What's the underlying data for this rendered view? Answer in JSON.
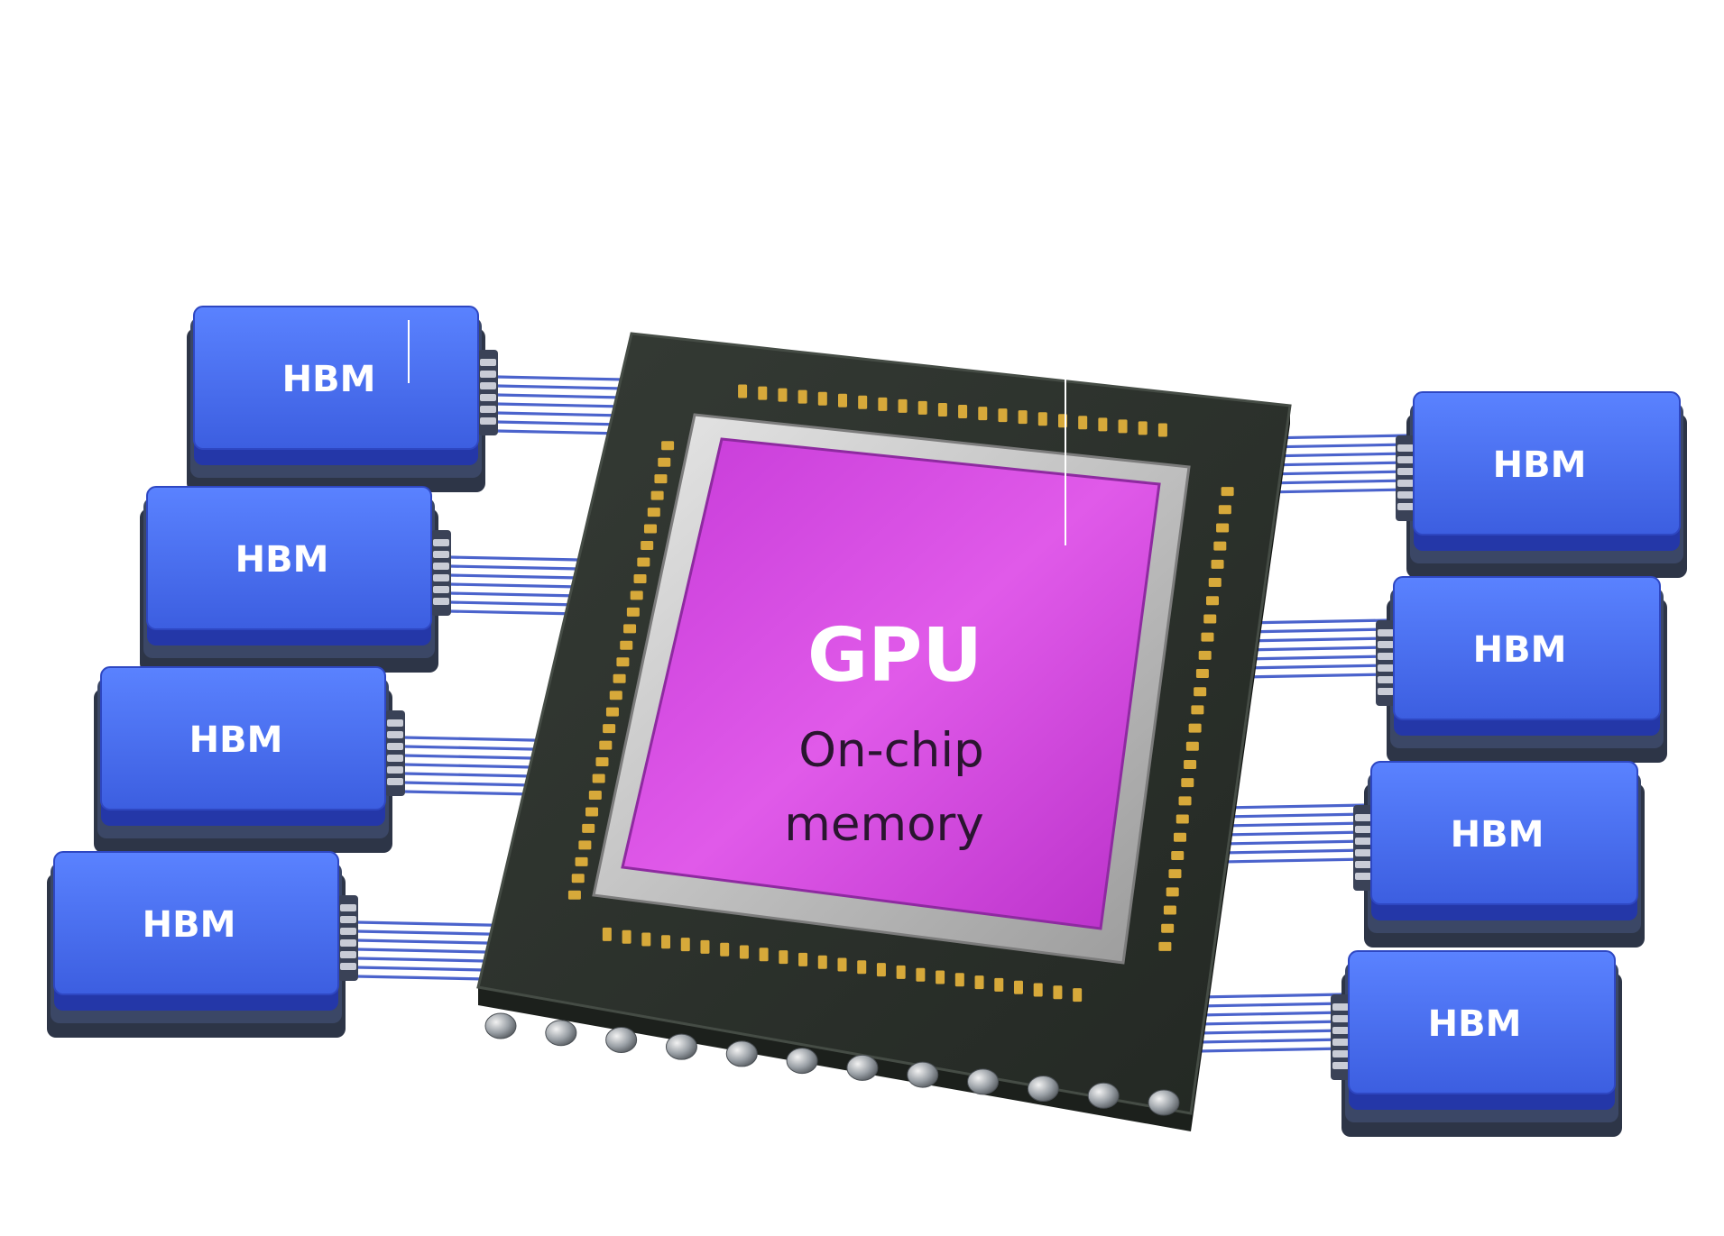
{
  "gpu": {
    "title": "GPU",
    "memory_line1": "On-chip",
    "memory_line2": "memory"
  },
  "hbm_left": [
    {
      "label": "HBM"
    },
    {
      "label": "HBM"
    },
    {
      "label": "HBM"
    },
    {
      "label": "HBM"
    }
  ],
  "hbm_right": [
    {
      "label": "HBM"
    },
    {
      "label": "HBM"
    },
    {
      "label": "HBM"
    },
    {
      "label": "HBM"
    }
  ],
  "colors": {
    "hbm_blue": "#3f63e6",
    "hbm_blue_dark": "#2437a8",
    "hbm_base": "#3b4766",
    "wire": "#4b63cc",
    "substrate": "#2c322c",
    "die_magenta": "#cf3ee0",
    "die_frame": "#bdbdbd",
    "pad_gold": "#d7a93a",
    "ball_silver": "#9aa0a6",
    "memory_text": "#2a1530",
    "label_white": "#ffffff"
  }
}
